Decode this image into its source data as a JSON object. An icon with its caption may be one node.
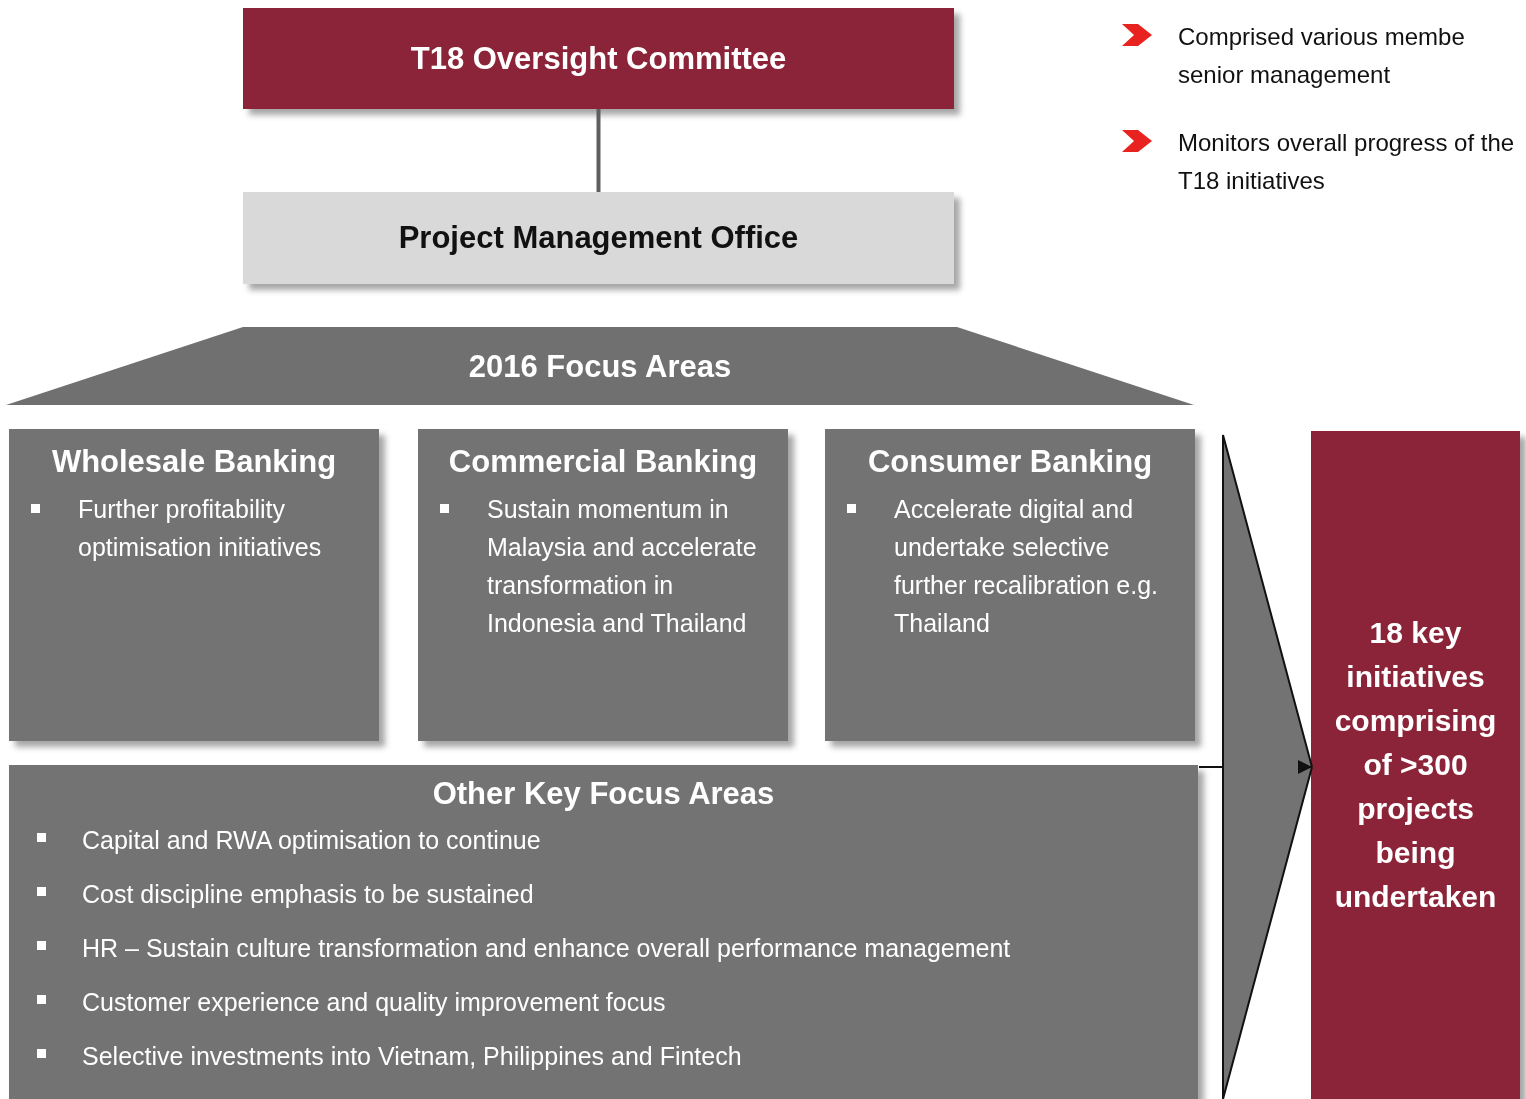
{
  "diagram": {
    "nodes": [
      {
        "text": [
          "T18 Oversight Committee"
        ]
      },
      {
        "text": [
          "Project Management Office"
        ]
      },
      {
        "text": [
          "2016 Focus Areas"
        ]
      },
      {
        "text": [
          "Wholesale Banking",
          "Further profitability optimisation initiatives"
        ]
      },
      {
        "text": [
          "Commercial Banking",
          "Sustain momentum in Malaysia and accelerate transformation in Indonesia and Thailand"
        ]
      },
      {
        "text": [
          "Consumer Banking",
          "Accelerate digital and undertake selective further recalibration e.g. Thailand"
        ]
      },
      {
        "text": [
          "Other Key Focus Areas",
          "Capital and RWA optimisation to continue",
          "Cost discipline emphasis to be sustained",
          "HR – Sustain culture transformation and enhance overall performance management",
          "Customer experience and quality improvement focus",
          "Selective investments into Vietnam, Philippines and Fintech"
        ]
      },
      {
        "text": [
          "18 key initiatives comprising of >300 projects being undertaken"
        ]
      }
    ],
    "edges": [
      {
        "from": 0,
        "to": 1,
        "arrow": "none"
      },
      {
        "from": 6,
        "to": 7,
        "arrow": "to"
      }
    ],
    "labels": [
      "Comprised various membe senior management",
      "Monitors overall progress of the T18 initiatives"
    ]
  }
}
